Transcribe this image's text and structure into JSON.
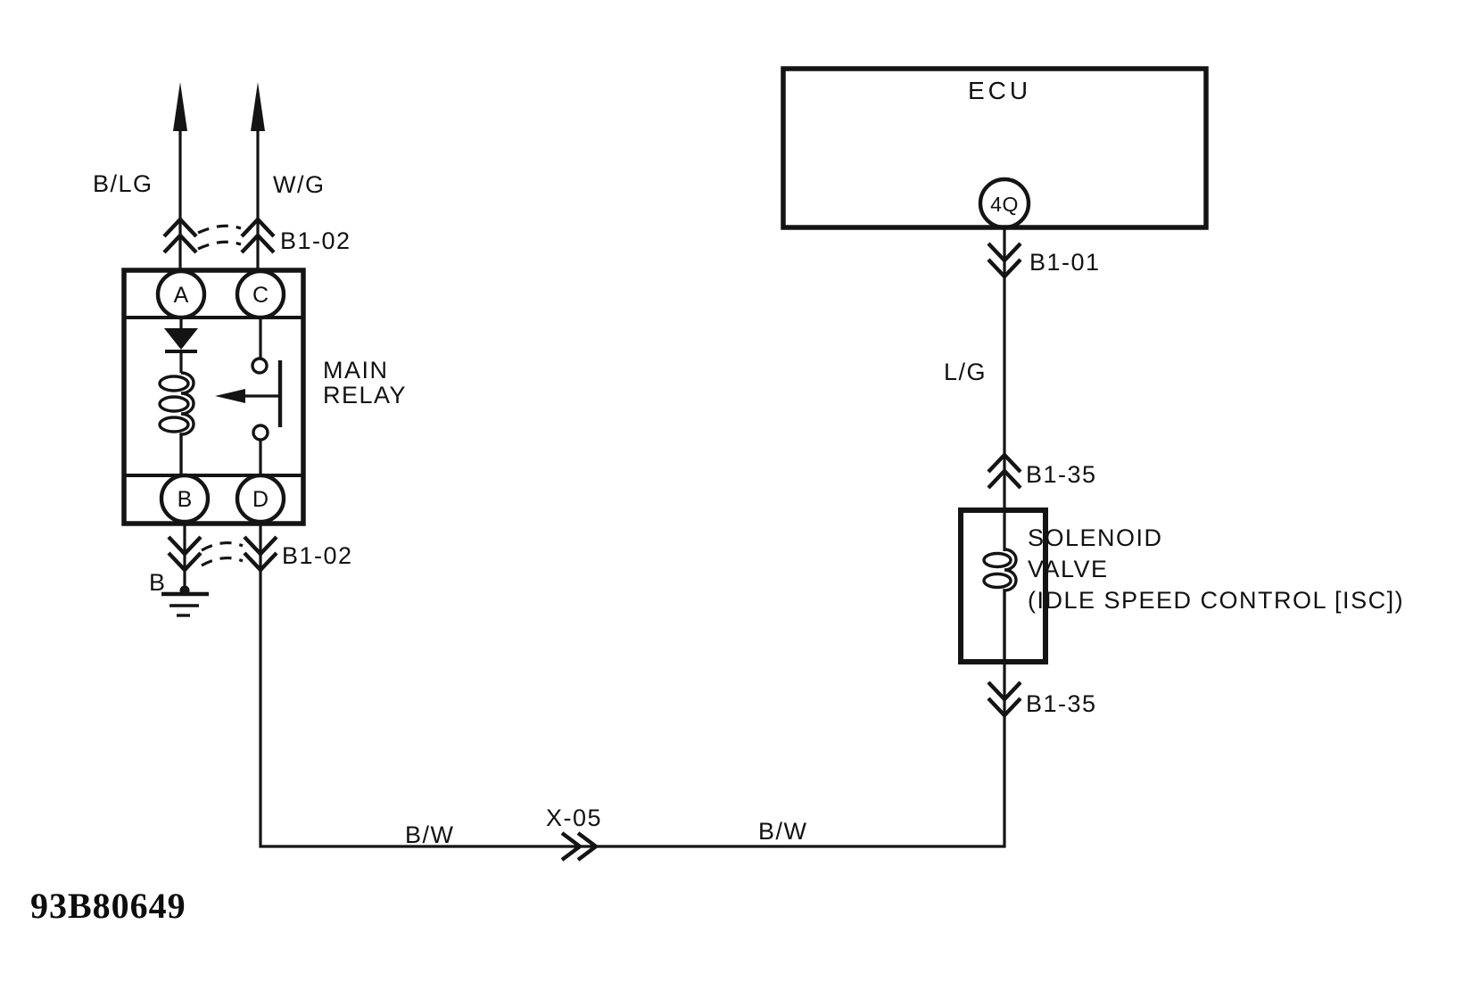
{
  "figure_id": "93B80649",
  "ecu": {
    "label": "ECU",
    "terminal": "4Q"
  },
  "relay": {
    "label_line1": "MAIN",
    "label_line2": "RELAY",
    "terminal_a": "A",
    "terminal_c": "C",
    "terminal_b": "B",
    "terminal_d": "D"
  },
  "solenoid": {
    "label_line1": "SOLENOID",
    "label_line2": "VALVE",
    "label_line3": "(IDLE SPEED CONTROL [ISC])"
  },
  "wires": {
    "b_lg": "B/LG",
    "w_g": "W/G",
    "l_g": "L/G",
    "b_w_left": "B/W",
    "b_w_right": "B/W"
  },
  "connectors": {
    "b1_02_top": "B1-02",
    "b1_02_bottom": "B1-02",
    "b1_01": "B1-01",
    "b1_35_top": "B1-35",
    "b1_35_bottom": "B1-35",
    "x_05": "X-05"
  },
  "ground": {
    "label": "B"
  }
}
